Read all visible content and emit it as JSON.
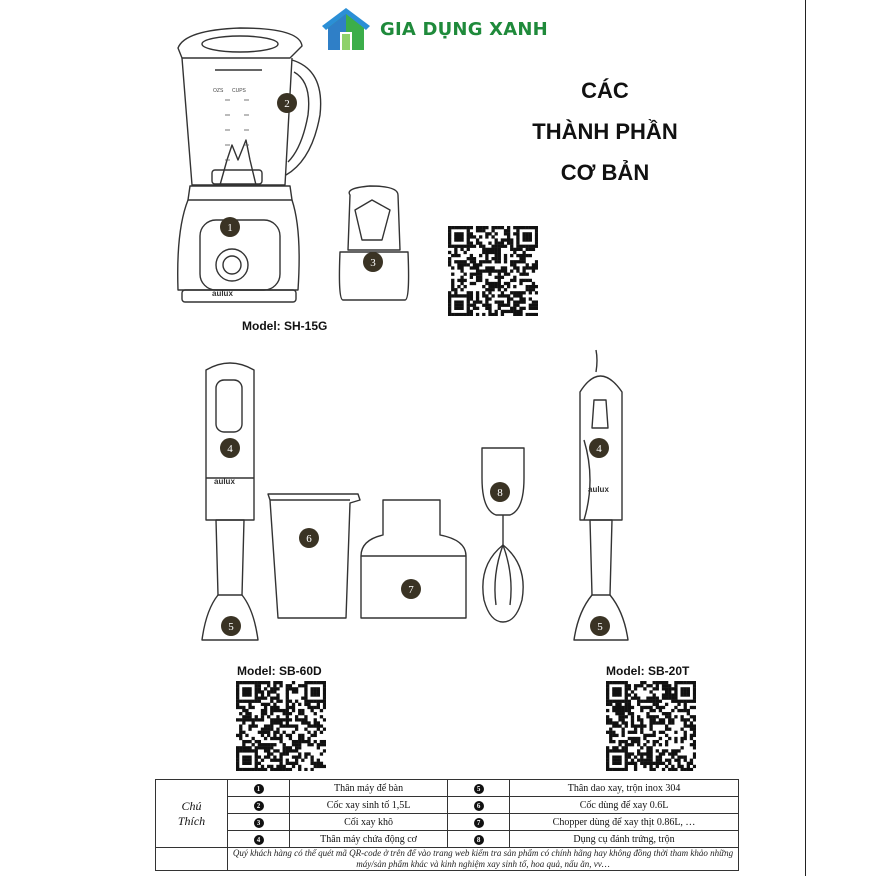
{
  "brand": {
    "name": "GIA DỤNG XANH",
    "color": "#1f8a3b"
  },
  "title": {
    "line1": "CÁC",
    "line2": "THÀNH PHẦN",
    "line3": "CƠ BẢN"
  },
  "models": {
    "m1": "Model: SH-15G",
    "m2": "Model: SB-60D",
    "m3": "Model: SB-20T"
  },
  "product_brand": "aulux",
  "cup_markings": {
    "left_header": "OZS",
    "right_header": "CUPS"
  },
  "badges": [
    "1",
    "2",
    "3",
    "4",
    "5",
    "6",
    "7",
    "8"
  ],
  "legend": {
    "title_line1": "Chú",
    "title_line2": "Thích",
    "rows": [
      {
        "n1": "1",
        "d1": "Thân máy để bàn",
        "n2": "5",
        "d2": "Thân dao xay, trộn inox 304"
      },
      {
        "n1": "2",
        "d1": "Cốc xay sinh tố 1,5L",
        "n2": "6",
        "d2": "Cốc dùng để xay 0.6L"
      },
      {
        "n1": "3",
        "d1": "Cối xay khô",
        "n2": "7",
        "d2": "Chopper dùng để xay thịt 0.86L, …"
      },
      {
        "n1": "4",
        "d1": "Thân máy chứa động cơ",
        "n2": "8",
        "d2": "Dụng cụ đánh trứng, trộn"
      }
    ],
    "note": "Quý khách hàng có thể quét mã QR-code ở trên để vào trang web kiểm tra sản phẩm có chính hãng hay không đồng thời tham khảo những máy/sản phẩm khác và kinh nghiệm xay sinh tố, hoa quả, nấu ăn, vv…"
  },
  "icons": {
    "logo": "house-logo-icon",
    "qr": "qr-code-icon"
  }
}
